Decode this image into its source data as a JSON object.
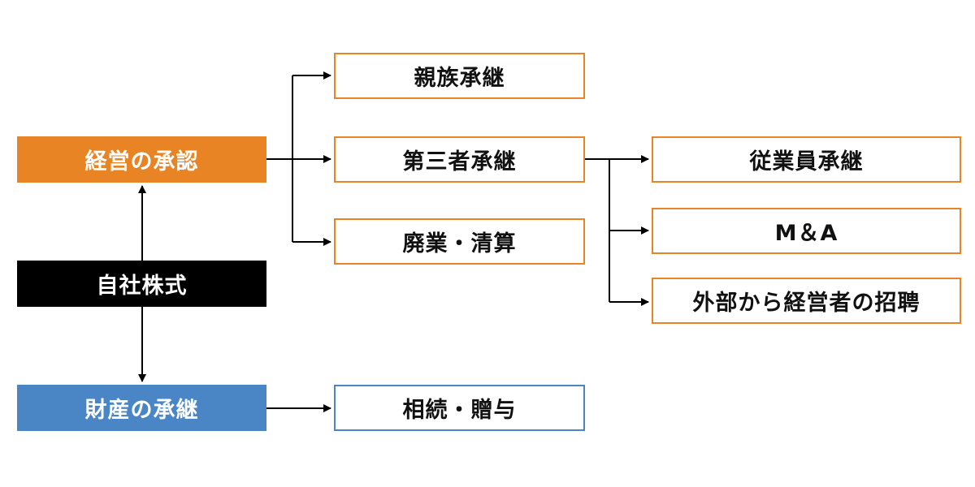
{
  "colors": {
    "orange": "#e88424",
    "black": "#000000",
    "blue": "#4a86c5"
  },
  "nodes": {
    "management_succession": "経営の承認",
    "own_shares": "自社株式",
    "asset_succession": "財産の承継",
    "family_succession": "親族承継",
    "third_party_succession": "第三者承継",
    "closure_liquidation": "廃業・清算",
    "inheritance_gift": "相続・贈与",
    "employee_succession": "従業員承継",
    "m_and_a": "M＆A",
    "external_manager": "外部から経営者の招聘"
  }
}
